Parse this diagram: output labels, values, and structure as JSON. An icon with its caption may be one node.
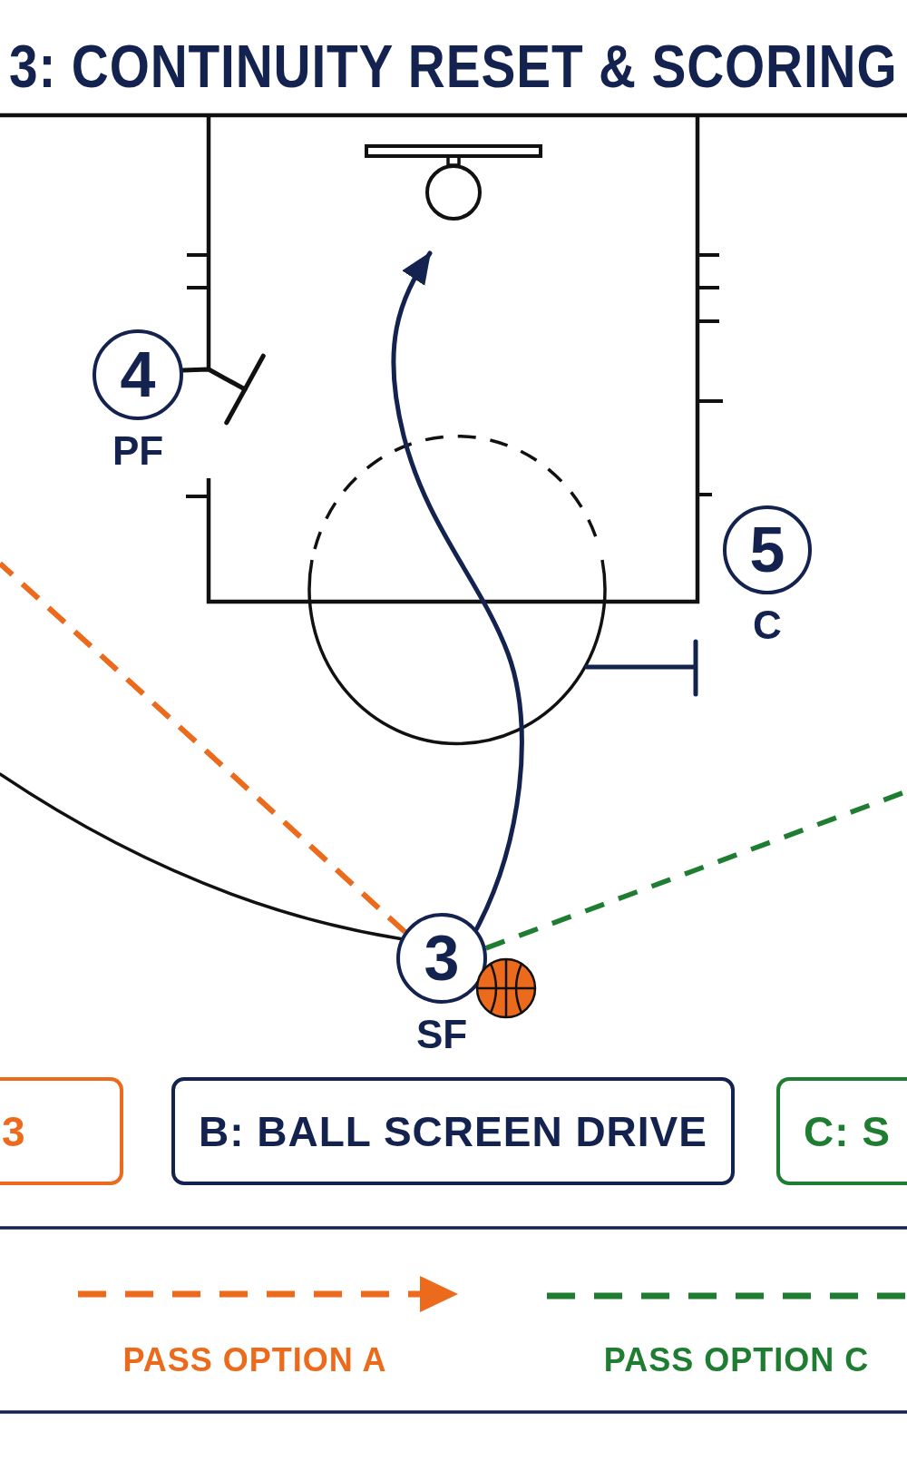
{
  "diagram": {
    "title": "3: CONTINUITY RESET & SCORING",
    "nodes": [
      {
        "text": [
          "4"
        ],
        "beside": [
          "PF"
        ]
      },
      {
        "text": [
          "5"
        ],
        "beside": [
          "C"
        ]
      },
      {
        "text": [
          "3"
        ],
        "beside": [
          "SF"
        ]
      },
      {
        "text": [
          "3"
        ]
      },
      {
        "text": [
          "B: BALL SCREEN DRIVE"
        ]
      },
      {
        "text": [
          "C: S"
        ]
      }
    ],
    "edges": [
      {
        "from": 0,
        "to": null,
        "arrow": "other"
      },
      {
        "from": 2,
        "to": null,
        "arrow": "to",
        "color": "#13224f"
      },
      {
        "from": null,
        "to": 2,
        "arrow": "none"
      },
      {
        "from": 2,
        "to": null,
        "arrow": "none",
        "style": "dashed",
        "color": "#ec6a1c"
      },
      {
        "from": 2,
        "to": null,
        "arrow": "none",
        "style": "dashed",
        "color": "#1f7d32"
      }
    ],
    "legend": [
      {
        "text": "PASS OPTION A"
      },
      {
        "text": "PASS OPTION C"
      }
    ]
  }
}
